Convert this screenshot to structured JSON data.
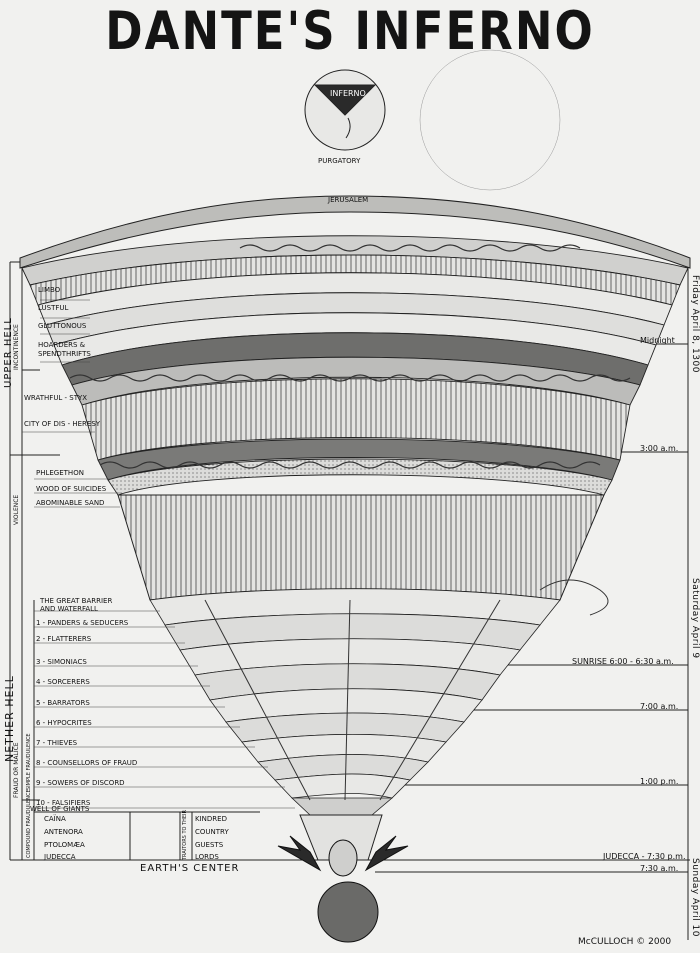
{
  "title": "DANTE'S INFERNO",
  "top_labels": {
    "inferno": "INFERNO",
    "purgatory": "PURGATORY",
    "jerusalem": "JERUSALEM"
  },
  "margin_labels": {
    "upper_hell": "UPPER HELL",
    "nether_hell": "NETHER HELL",
    "incontinence": "INCONTINENCE",
    "violence": "VIOLENCE",
    "fraud_or_malice": "FRAUD OR MALICE",
    "simple_fraudulence": "SIMPLE FRAUDULENCE",
    "compound_fraudulence": "COMPOUND FRAUDULENCE",
    "traitors_to_their": "TRAITORS TO THEIR"
  },
  "circles": {
    "limbo": "LIMBO",
    "lustful": "LUSTFUL",
    "gluttonous": "GLUTTONOUS",
    "hoarders": "HOARDERS &",
    "spendthrifts": "SPENDTHRIFTS",
    "wrathful": "WRATHFUL - STYX",
    "city_of_dis": "CITY OF DIS - HERESY",
    "phlegethon": "PHLEGETHON",
    "wood": "WOOD OF SUICIDES",
    "sand": "ABOMINABLE SAND",
    "barrier1": "THE GREAT BARRIER",
    "barrier2": "AND WATERFALL"
  },
  "bolgias": [
    "1 - PANDERS & SEDUCERS",
    "2 - FLATTERERS",
    "3 - SIMONIACS",
    "4 - SORCERERS",
    "5 - BARRATORS",
    "6 - HYPOCRITES",
    "7 - THIEVES",
    "8 - COUNSELLORS OF FRAUD",
    "9 - SOWERS OF DISCORD",
    "10 - FALSIFIERS"
  ],
  "well": "WELL OF GIANTS",
  "cocytus": [
    "CAÏNA",
    "ANTENORA",
    "PTOLOMÆA",
    "JUDECCA"
  ],
  "traitor_targets": [
    "KINDRED",
    "COUNTRY",
    "GUESTS",
    "LORDS"
  ],
  "earth_center": "EARTH'S CENTER",
  "times": {
    "midnight": "Midnight",
    "three_am": "3:00 a.m.",
    "sunrise": "SUNRISE 6:00 - 6:30 a.m.",
    "seven_am": "7:00 a.m.",
    "one_pm": "1:00 p.m.",
    "judecca": "JUDECCA - 7:30 p.m.",
    "seven_thirty": "7:30 a.m."
  },
  "days": {
    "friday": "Friday April 8, 1300",
    "saturday": "Saturday April 9",
    "sunday": "Sunday April 10"
  },
  "signature": "McCULLOCH © 2000"
}
